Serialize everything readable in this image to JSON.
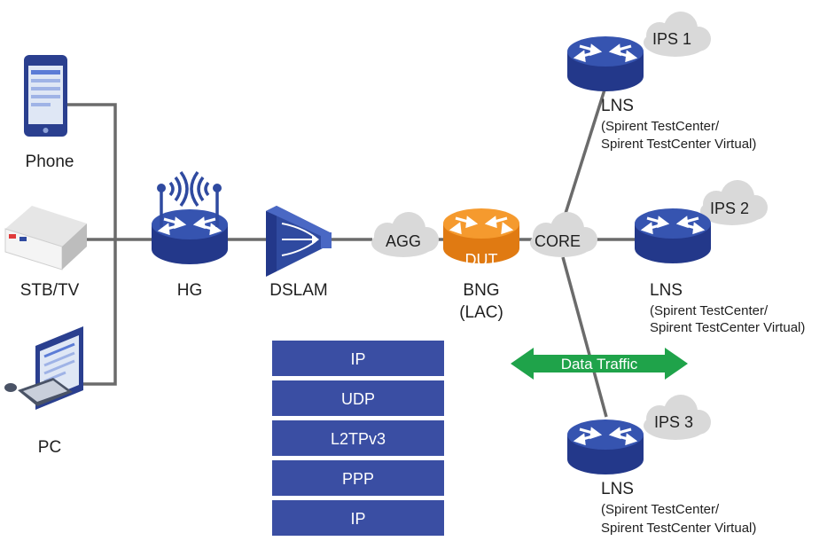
{
  "devices": {
    "phone": "Phone",
    "stb": "STB/TV",
    "pc": "PC",
    "hg": "HG",
    "dslam": "DSLAM"
  },
  "clouds": {
    "agg": "AGG",
    "core": "CORE",
    "ips1": "IPS 1",
    "ips2": "IPS 2",
    "ips3": "IPS 3"
  },
  "bng": {
    "badge": "DUT",
    "label1": "BNG",
    "label2": "(LAC)"
  },
  "lns": [
    {
      "title": "LNS",
      "line1": "(Spirent TestCenter/",
      "line2": "Spirent TestCenter Virtual)"
    },
    {
      "title": "LNS",
      "line1": "(Spirent TestCenter/",
      "line2": "Spirent TestCenter Virtual)"
    },
    {
      "title": "LNS",
      "line1": "(Spirent TestCenter/",
      "line2": "Spirent TestCenter Virtual)"
    }
  ],
  "traffic": {
    "label": "Data Traffic"
  },
  "protocol_stack": [
    "IP",
    "UDP",
    "L2TPv3",
    "PPP",
    "IP"
  ],
  "colors": {
    "router": "#2f4aa0",
    "router_dark": "#23388a",
    "dut": "#f08a1c",
    "link": "#6b6b6b",
    "cloud": "#d9d9d9",
    "stack": "#3a4ea3",
    "traffic": "#1fa34a"
  }
}
